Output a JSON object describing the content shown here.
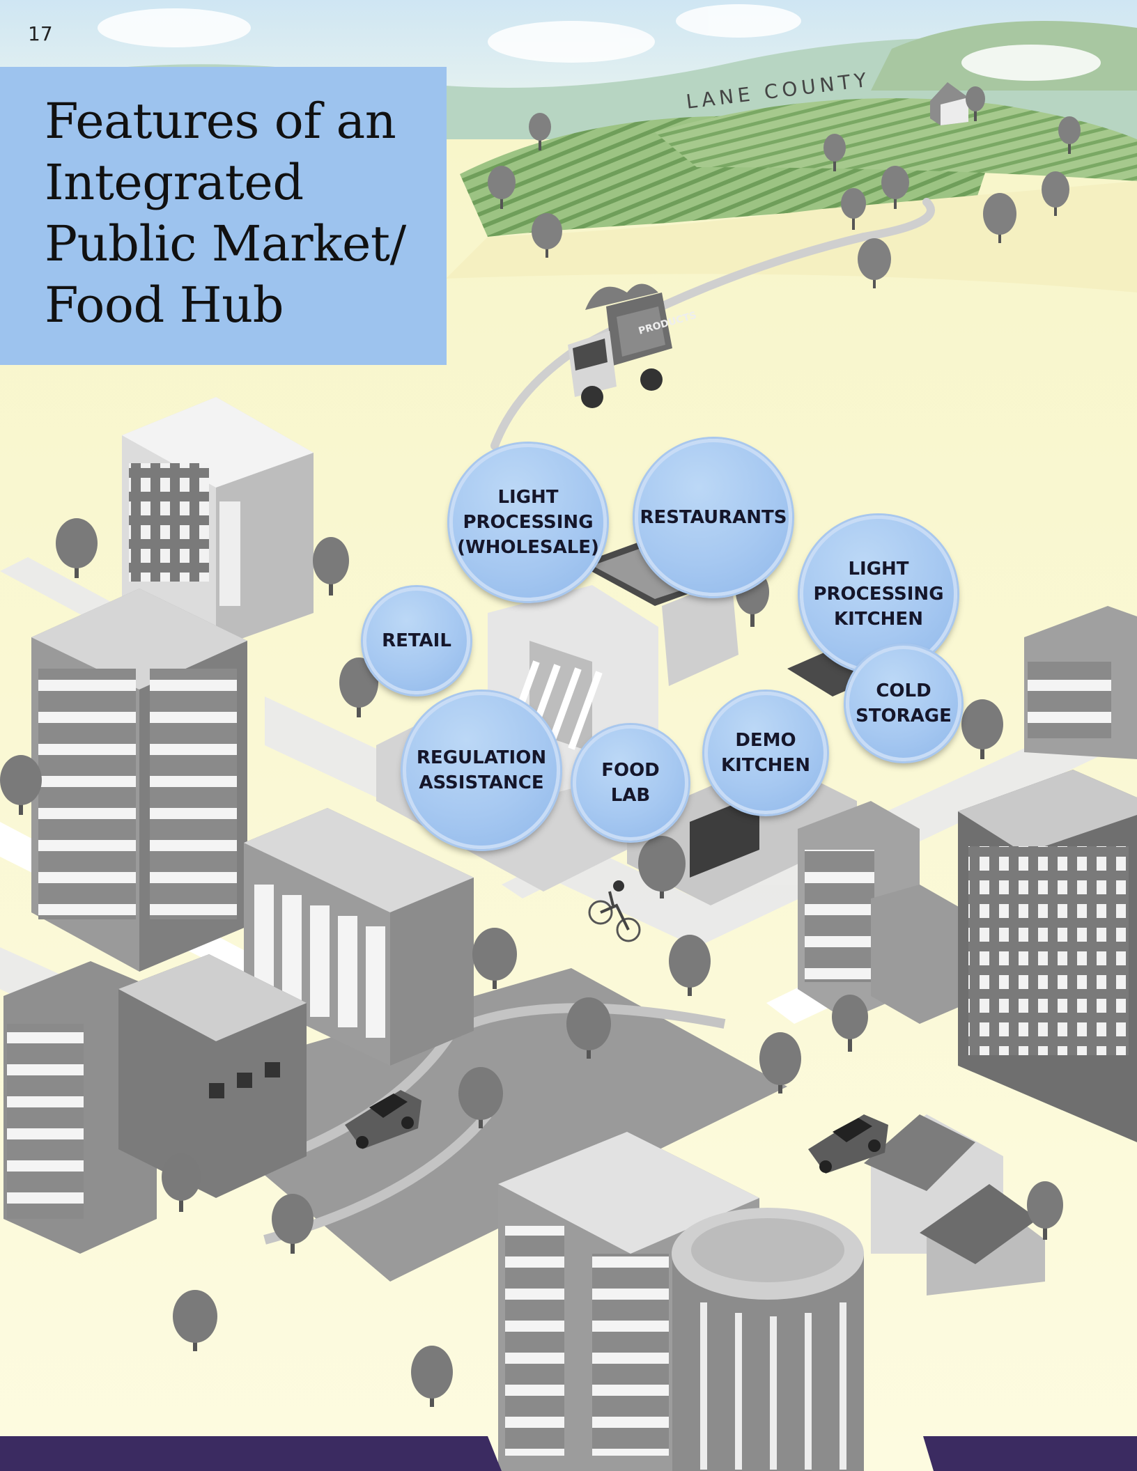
{
  "page_number": "17",
  "title": "Features of an Integrated Public Market/ Food Hub",
  "map": {
    "county_label": "LANE COUNTY",
    "truck_label": "PRODUCTS"
  },
  "features": {
    "light_processing_wholesale": "LIGHT\nPROCESSING\n(WHOLESALE)",
    "restaurants": "RESTAURANTS",
    "light_processing_kitchen": "LIGHT\nPROCESSING\nKITCHEN",
    "retail": "RETAIL",
    "cold_storage": "COLD\nSTORAGE",
    "demo_kitchen": "DEMO\nKITCHEN",
    "regulation_assistance": "REGULATION\nASSISTANCE",
    "food_lab": "FOOD\nLAB"
  },
  "colors": {
    "title_box": "#9dc3ee",
    "feature_bubble": "#a6c8f1",
    "bottom_bar": "#3b2b61",
    "sky": "#d6ecf6",
    "farmland": "#8fb874"
  }
}
